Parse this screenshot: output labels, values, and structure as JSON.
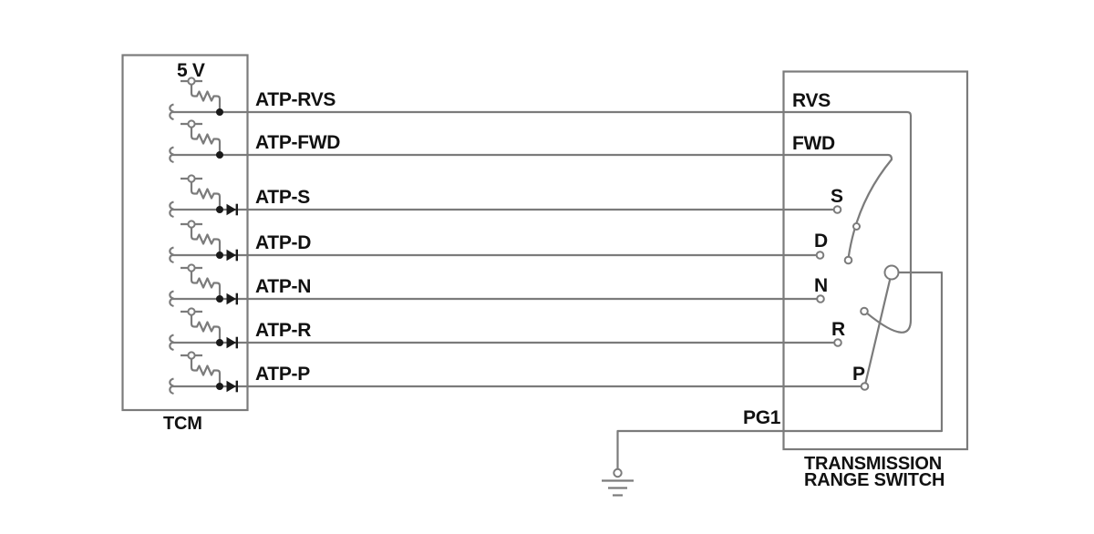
{
  "tcm": {
    "caption": "TCM",
    "supply_label": "5 V",
    "pins": [
      {
        "label": "ATP-RVS"
      },
      {
        "label": "ATP-FWD"
      },
      {
        "label": "ATP-S"
      },
      {
        "label": "ATP-D"
      },
      {
        "label": "ATP-N"
      },
      {
        "label": "ATP-R"
      },
      {
        "label": "ATP-P"
      }
    ]
  },
  "range_switch": {
    "caption_line1": "TRANSMISSION",
    "caption_line2": "RANGE SWITCH",
    "terminals": [
      {
        "label": "RVS"
      },
      {
        "label": "FWD"
      },
      {
        "label": "S"
      },
      {
        "label": "D"
      },
      {
        "label": "N"
      },
      {
        "label": "R"
      },
      {
        "label": "P"
      }
    ],
    "ground_label": "PG1"
  },
  "colors": {
    "background": "#ffffff",
    "wire": "#7b7b7b",
    "component": "#1a1a1a",
    "text": "#111111"
  }
}
